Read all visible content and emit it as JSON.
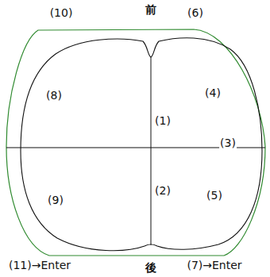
{
  "diagram": {
    "labels": [
      "前",
      "(10)",
      "(6)",
      "(8)",
      "(4)",
      "(1)",
      "(3)",
      "(9)",
      "(2)",
      "(5)",
      "(11)→Enter",
      "(7)→Enter",
      "後"
    ]
  }
}
